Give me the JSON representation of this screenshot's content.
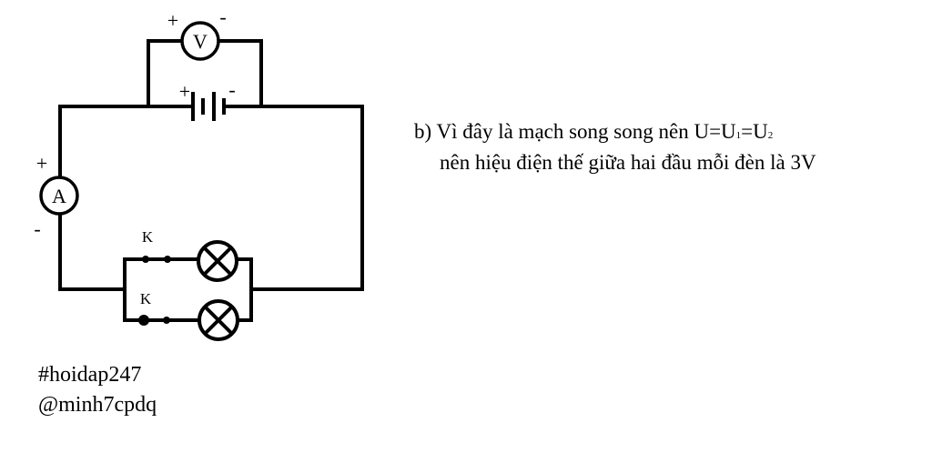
{
  "diagram": {
    "voltmeter_label": "V",
    "ammeter_label": "A",
    "plus_sign": "+",
    "minus_sign": "-",
    "switch_label": "K"
  },
  "answer": {
    "line1_prefix": "b) Vì đây là mạch song song nên U=U",
    "sub1": "1",
    "eq": "=U",
    "sub2": "2",
    "line2": "nên hiệu điện thế giữa hai đầu mỗi đèn là 3V"
  },
  "tags": {
    "hashtag": "#hoidap247",
    "user": "@minh7cpdq"
  }
}
